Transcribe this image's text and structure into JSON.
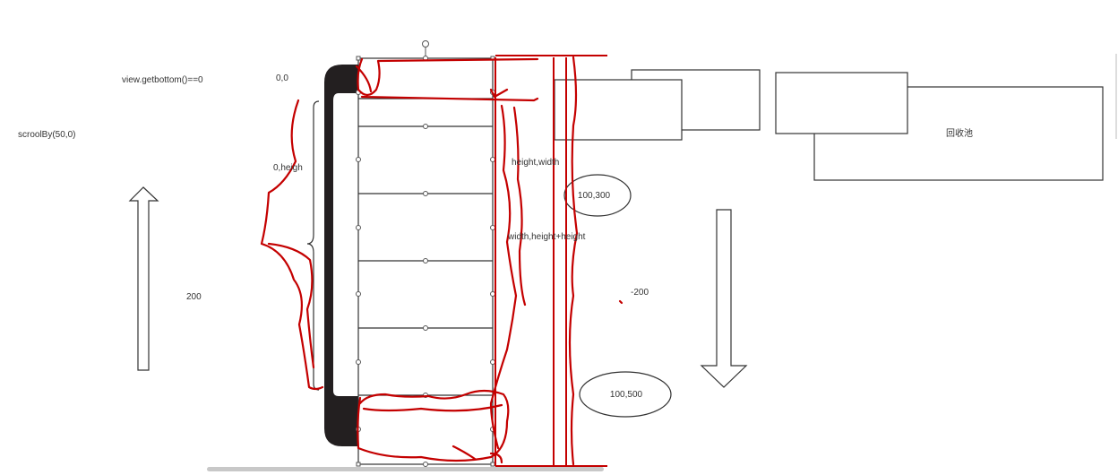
{
  "labels": {
    "get_bottom": "view.getbottom()==0",
    "scroll_by": "scroolBy(50,0)",
    "origin": "0,0",
    "zero_height": "0,heigh",
    "height_width": "height,width",
    "width_height": "width,height+height",
    "up_amount": "200",
    "down_amount": "-200",
    "recycle_pool": "回收池",
    "ellipse_top": "100,300",
    "ellipse_bottom": "100,500"
  },
  "colors": {
    "ink_red": "#c40000",
    "phone_dark": "#231f20",
    "outline": "#333333",
    "scrollbar": "#c8c8c8"
  },
  "icons": {
    "up_arrow": "up-arrow-icon",
    "down_arrow": "down-arrow-icon",
    "rotate_handle": "rotate-handle-icon"
  }
}
